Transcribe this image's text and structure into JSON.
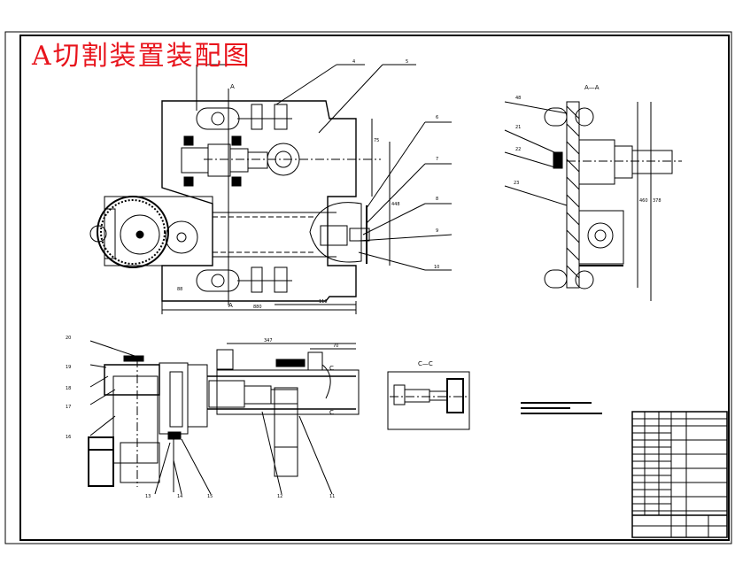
{
  "drawing": {
    "title": "A切割装置装配图",
    "title_color": "#e8141c",
    "line_color": "#000000",
    "section_labels": {
      "top_A1": "A",
      "top_A2": "A",
      "section_AA": "A—A",
      "section_CC": "C—C",
      "bottom_C1": "C",
      "bottom_C2": "C"
    },
    "dimensions": {
      "top_width": "880",
      "top_offset": "118",
      "top_small": "88",
      "top_right_1": "75",
      "top_right_2": "448",
      "sec_height_1": "460",
      "sec_height_2": "378",
      "bottom_length": "347",
      "bottom_offset": "70"
    },
    "part_numbers": {
      "top_4": "4",
      "top_5": "5",
      "top_6": "6",
      "top_7": "7",
      "top_8": "8",
      "top_9": "9",
      "top_10": "10",
      "sec_48": "48",
      "sec_21": "21",
      "sec_22": "22",
      "sec_23": "23",
      "bot_20": "20",
      "bot_19": "19",
      "bot_18": "18",
      "bot_17": "17",
      "bot_16": "16",
      "bot_13": "13",
      "bot_14": "14",
      "bot_15": "15",
      "bot_12": "12",
      "bot_11": "11"
    }
  }
}
